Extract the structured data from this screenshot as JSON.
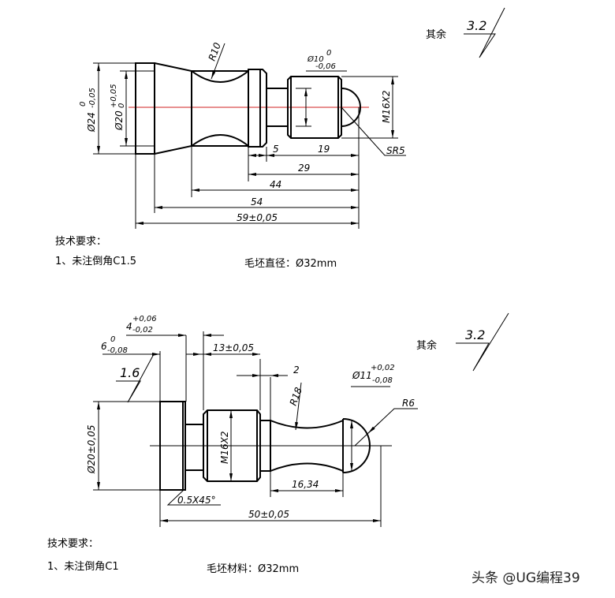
{
  "top_drawing": {
    "roughness_other_label": "其余",
    "roughness_other_value": "3.2",
    "dims": {
      "d24": "Ø24",
      "d24_upper": "0",
      "d24_lower": "-0,05",
      "d20": "Ø20",
      "d20_upper": "+0,05",
      "d20_lower": "0",
      "r10": "R10",
      "d10": "Ø10",
      "d10_upper": "0",
      "d10_lower": "-0,06",
      "m16": "M16X2",
      "sr5": "SR5",
      "l5": "5",
      "l19": "19",
      "l29": "29",
      "l44": "44",
      "l54": "54",
      "l59": "59±0,05"
    },
    "requirements_title": "技术要求：",
    "requirements_item": "1、未注倒角C1.5",
    "blank": "毛坯直径：Ø32mm"
  },
  "bottom_drawing": {
    "roughness_other_label": "其余",
    "roughness_other_value": "3.2",
    "roughness_local": "1.6",
    "dims": {
      "l4": "4",
      "l4_upper": "+0,06",
      "l4_lower": "-0,02",
      "l6": "6",
      "l6_upper": "0",
      "l6_lower": "-0,08",
      "l13": "13±0,05",
      "l2": "2",
      "r18": "R18",
      "d11": "Ø11",
      "d11_upper": "+0,02",
      "d11_lower": "-0,08",
      "r6": "R6",
      "d20": "Ø20±0,05",
      "m16": "M16X2",
      "l1634": "16,34",
      "chamfer": "0.5X45°",
      "l50": "50±0,05"
    },
    "requirements_title": "技术要求：",
    "requirements_item": "1、未注倒角C1",
    "blank": "毛坯材料：Ø32mm"
  },
  "watermark": "头条 @UG编程39"
}
